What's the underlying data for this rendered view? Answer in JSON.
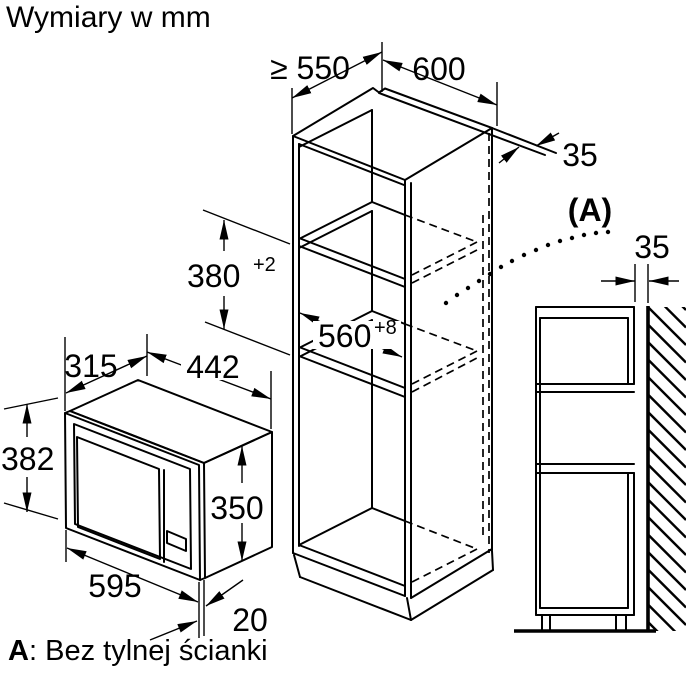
{
  "title": "Wymiary w mm",
  "note": {
    "prefix": "A",
    "text": ": Bez tylnej ścianki"
  },
  "labels": {
    "min_depth": "≥ 550",
    "width": "600",
    "rear_strip": "35",
    "detail_ref": "(A)",
    "wall_gap": "35",
    "niche_height": "380",
    "niche_height_tol": "+2",
    "niche_width": "560",
    "niche_width_tol": "+8",
    "mw_depth": "315",
    "mw_body_width": "442",
    "mw_front_height": "382",
    "mw_body_height": "350",
    "mw_front_width": "595",
    "mw_frame": "20"
  },
  "colors": {
    "line": "#000000",
    "bg": "#ffffff"
  }
}
